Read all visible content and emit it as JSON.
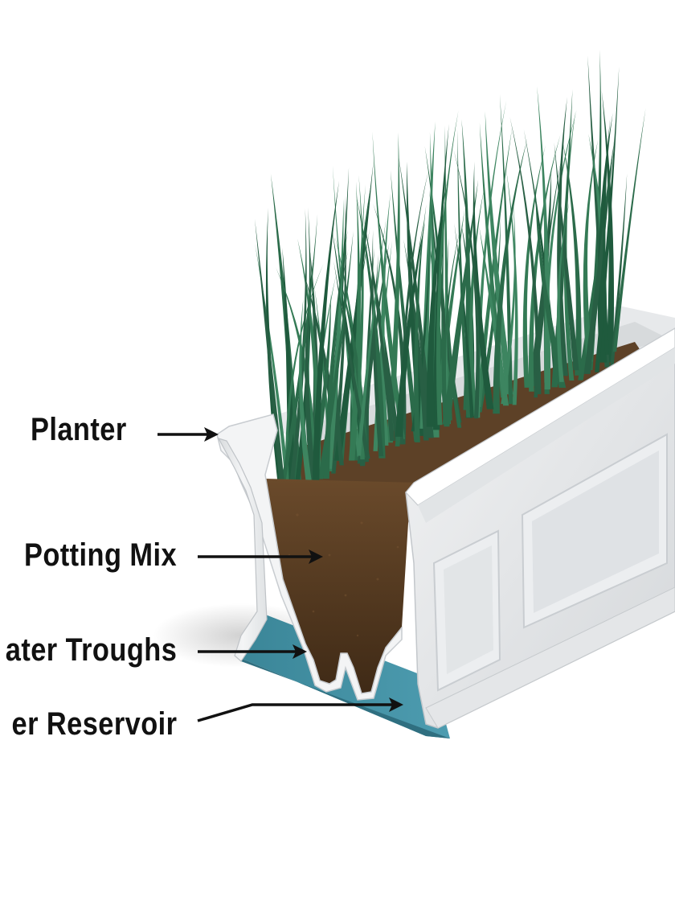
{
  "labels": {
    "planter": "Planter",
    "potting_mix": "Potting Mix",
    "water_troughs": "ater Troughs",
    "water_reservoir": "er Reservoir"
  },
  "colors": {
    "planter_white": "#eef0f1",
    "soil": "#5a3d22",
    "grass": "#2e7250",
    "reservoir": "#3f8da0",
    "arrow": "#111111"
  }
}
